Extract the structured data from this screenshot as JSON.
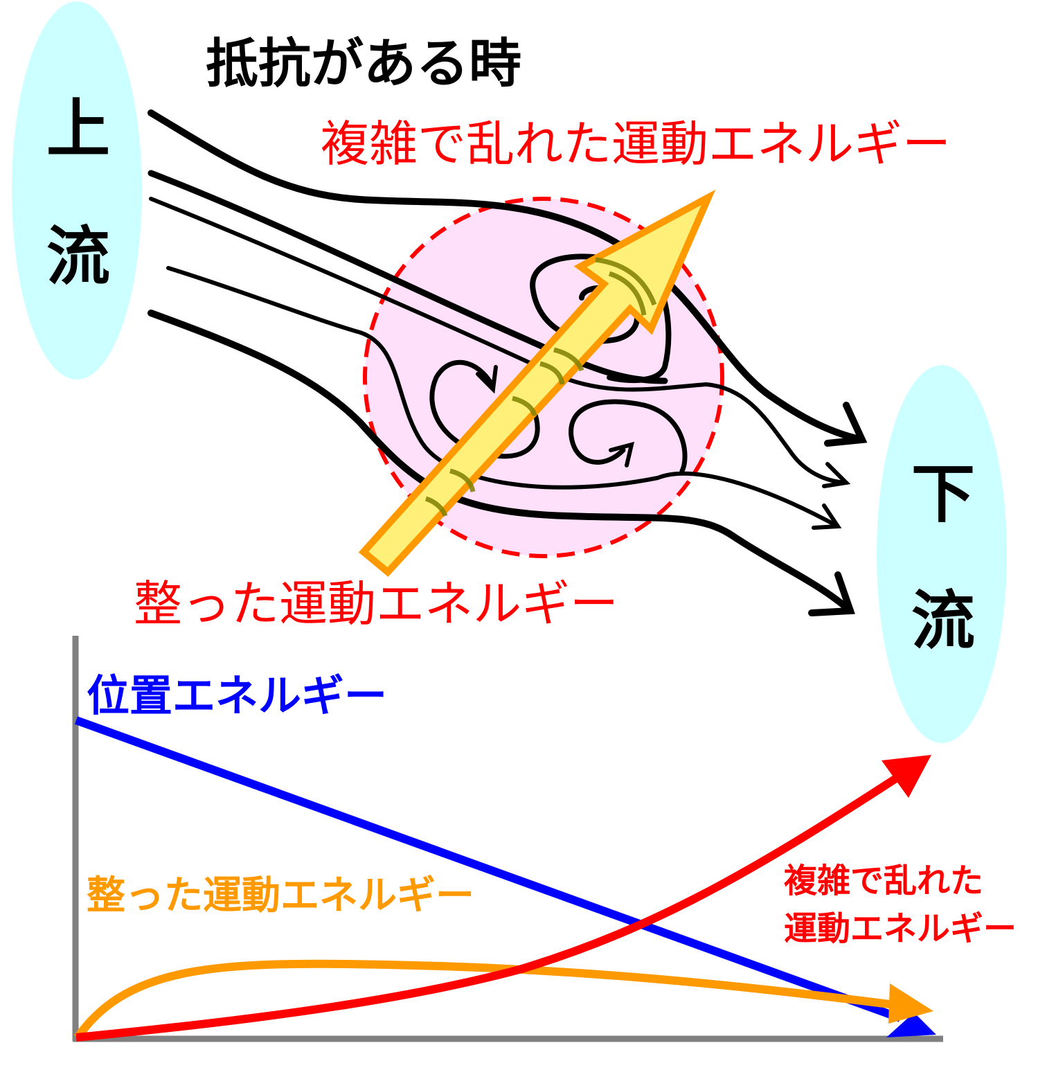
{
  "title": "抵抗がある時",
  "upstream": {
    "char1": "上",
    "char2": "流"
  },
  "downstream": {
    "char1": "下",
    "char2": "流"
  },
  "labels": {
    "turbulent_top": "複雑で乱れた運動エネルギー",
    "ordered_middle": "整った運動エネルギー"
  },
  "graph": {
    "potential_label": "位置エネルギー",
    "ordered_label": "整った運動エネルギー",
    "turbulent_label_line1": "複雑で乱れた",
    "turbulent_label_line2": "運動エネルギー"
  },
  "colors": {
    "region_fill": "#CCFFFF",
    "vortex_fill": "#FFE0FA",
    "red": "#FF0000",
    "blue": "#0000FF",
    "orange": "#FF9900",
    "arrow_fill": "#FFF07A"
  }
}
